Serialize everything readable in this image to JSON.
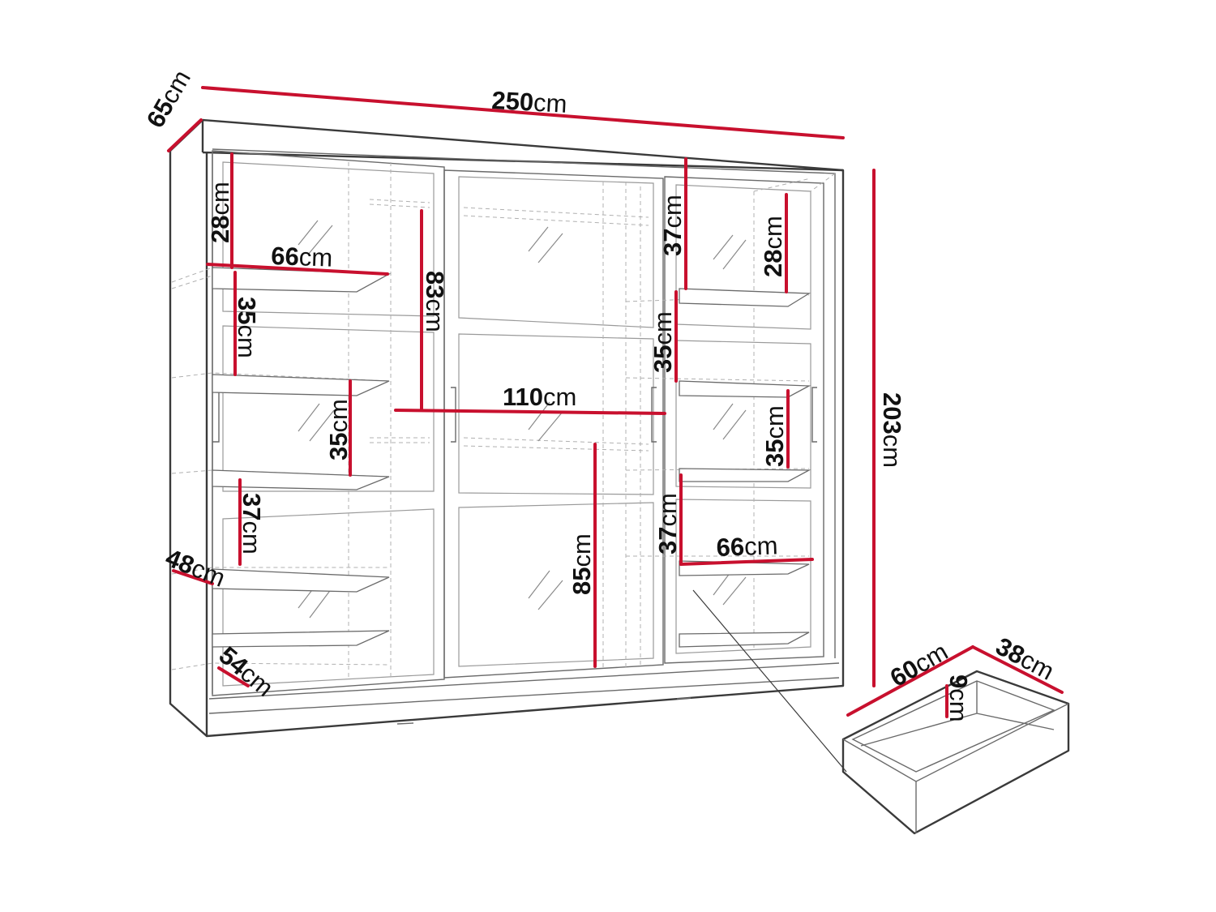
{
  "labels": {
    "depth_total": {
      "num": "65",
      "unit": "cm"
    },
    "width_total": {
      "num": "250",
      "unit": "cm"
    },
    "height_total": {
      "num": "203",
      "unit": "cm"
    },
    "left_top_compartment_height": {
      "num": "28",
      "unit": "cm"
    },
    "left_top_shelf_width": {
      "num": "66",
      "unit": "cm"
    },
    "left_upper_compartment_height": {
      "num": "35",
      "unit": "cm"
    },
    "left_middle_compartment_height": {
      "num": "35",
      "unit": "cm"
    },
    "left_lower_compartment_height": {
      "num": "37",
      "unit": "cm"
    },
    "left_shelf_depth": {
      "num": "48",
      "unit": "cm"
    },
    "bottom_depth": {
      "num": "54",
      "unit": "cm"
    },
    "center_upper_height": {
      "num": "83",
      "unit": "cm"
    },
    "hanging_rail_width": {
      "num": "110",
      "unit": "cm"
    },
    "center_lower_height": {
      "num": "85",
      "unit": "cm"
    },
    "right_top_compartment_height": {
      "num": "37",
      "unit": "cm"
    },
    "right_top_inner_height": {
      "num": "28",
      "unit": "cm"
    },
    "right_upper_compartment_height": {
      "num": "35",
      "unit": "cm"
    },
    "right_middle_compartment_height": {
      "num": "35",
      "unit": "cm"
    },
    "right_lower_compartment_height": {
      "num": "37",
      "unit": "cm"
    },
    "right_shelf_width": {
      "num": "66",
      "unit": "cm"
    },
    "drawer_width": {
      "num": "60",
      "unit": "cm"
    },
    "drawer_depth": {
      "num": "38",
      "unit": "cm"
    },
    "drawer_height": {
      "num": "9",
      "unit": "cm"
    }
  },
  "colors": {
    "dimension_line": "#c8102e",
    "outline": "#3a3a3a",
    "text": "#111111"
  }
}
